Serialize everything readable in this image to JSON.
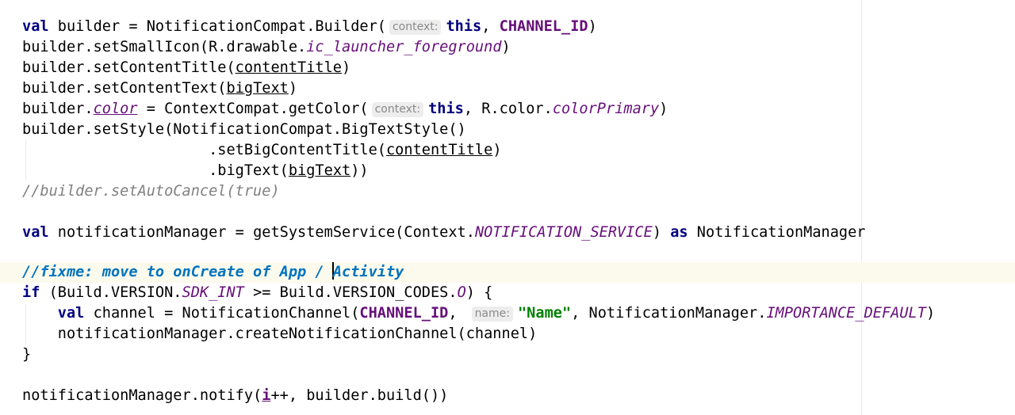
{
  "editor": {
    "lines": {
      "l1": {
        "kw_val": "val",
        "t1": " builder = NotificationCompat.Builder(",
        "hint_context": "context:",
        "kw_this": "this",
        "t2": ", ",
        "channel_id": "CHANNEL_ID",
        "t3": ")"
      },
      "l2": {
        "t1": "builder.setSmallIcon(R.drawable.",
        "icon_ref": "ic_launcher_foreground",
        "t2": ")"
      },
      "l3": {
        "t1": "builder.setContentTitle(",
        "arg": "contentTitle",
        "t2": ")"
      },
      "l4": {
        "t1": "builder.setContentText(",
        "arg": "bigText",
        "t2": ")"
      },
      "l5": {
        "t1": "builder.",
        "prop": "color",
        "t2": " = ContextCompat.getColor(",
        "hint_context": "context:",
        "kw_this": "this",
        "t3": ", R.color.",
        "color_ref": "colorPrimary",
        "t4": ")"
      },
      "l6": {
        "t1": "builder.setStyle(NotificationCompat.BigTextStyle()"
      },
      "l7": {
        "t1": "                     .setBigContentTitle(",
        "arg": "contentTitle",
        "t2": ")"
      },
      "l8": {
        "t1": "                     .bigText(",
        "arg": "bigText",
        "t2": "))"
      },
      "l9": {
        "comment": "//builder.setAutoCancel(true)"
      },
      "l11": {
        "kw_val": "val",
        "t1": " notificationManager = getSystemService(Context.",
        "service": "NOTIFICATION_SERVICE",
        "t2": ") ",
        "kw_as": "as",
        "t3": " NotificationManager"
      },
      "l13": {
        "todo_a": "//fixme: move to onCreate of App / ",
        "todo_b": "Activity"
      },
      "l14": {
        "kw_if": "if",
        "t1": " (Build.VERSION.",
        "sdk": "SDK_INT",
        "t2": " >= Build.VERSION_CODES.",
        "code_o": "O",
        "t3": ") {"
      },
      "l15": {
        "indent": "    ",
        "kw_val": "val",
        "t1": " channel = NotificationChannel(",
        "channel_id": "CHANNEL_ID",
        "t2": ",",
        "hint_name": "name:",
        "str_name": "\"Name\"",
        "t3": ", NotificationManager.",
        "importance": "IMPORTANCE_DEFAULT",
        "t4": ")"
      },
      "l16": {
        "t1": "    notificationManager.createNotificationChannel(channel)"
      },
      "l17": {
        "t1": "}"
      },
      "l19": {
        "t1": "notificationManager.notify(",
        "var_i": "i",
        "t2": "++, builder.build())"
      }
    }
  }
}
